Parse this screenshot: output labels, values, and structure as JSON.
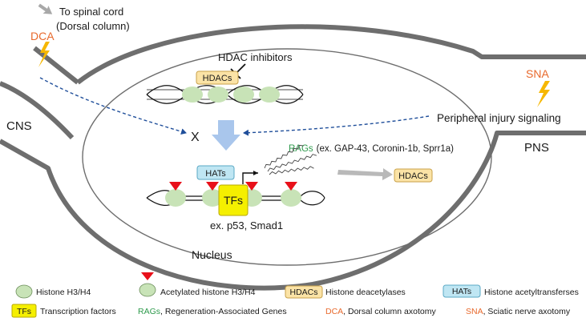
{
  "labels": {
    "spinal_line1": "To spinal cord",
    "spinal_line2": "(Dorsal column)",
    "dca": "DCA",
    "sna": "SNA",
    "hdac_inhibitors": "HDAC inhibitors",
    "hdacs_top": "HDACs",
    "hdacs_right": "HDACs",
    "cns": "CNS",
    "pns": "PNS",
    "x_mark": "X",
    "peripheral": "Peripheral injury signaling",
    "rags_word": "RAGs",
    "rags_examples": "(ex. GAP-43, Coronin-1b, Sprr1a)",
    "hats": "HATs",
    "tfs": "TFs",
    "tf_examples": "ex. p53, Smad1",
    "nucleus": "Nucleus"
  },
  "legend": [
    {
      "key": "histone",
      "text": "Histone H3/H4"
    },
    {
      "key": "acetylated",
      "text": "Acetylated histone H3/H4"
    },
    {
      "key": "hdacs",
      "badge": "HDACs",
      "text": "Histone deacetylases"
    },
    {
      "key": "hats",
      "badge": "HATs",
      "text": "Histone acetyltransferses"
    },
    {
      "key": "tfs",
      "badge": "TFs",
      "text": "Transcription factors"
    },
    {
      "key": "rags",
      "abbr": "RAGs",
      "text": ", Regeneration-Associated Genes"
    },
    {
      "key": "dca",
      "abbr": "DCA",
      "text": ", Dorsal column axotomy"
    },
    {
      "key": "sna",
      "abbr": "SNA",
      "text": ", Sciatic nerve axotomy"
    }
  ],
  "colors": {
    "orange": "#e8692c",
    "green": "#2e9a4c",
    "yellow": "#f5ef00",
    "hdac_fill": "#fbe3a6",
    "hat_fill": "#bfe6f3",
    "histone": "#c8e3b7",
    "red": "#e8101a",
    "blue_arrow": "#a9c6ec",
    "dash_blue": "#1f4e9a",
    "bolt": "#f6b700",
    "cell": "#6e6e6e"
  }
}
